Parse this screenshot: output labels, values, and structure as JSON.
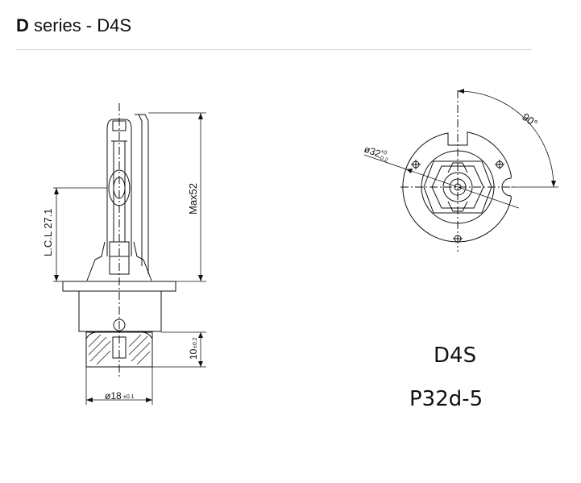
{
  "header": {
    "series": "D",
    "title": " series - D4S"
  },
  "drawing": {
    "lcl_label": "L.C.L 27.1",
    "max_label": "Max52",
    "height_label": "10",
    "height_tol": "±0.2",
    "diameter_label": "ø18",
    "diameter_tol": "±0.1",
    "angle_label": "90°",
    "ring_diameter_label": "ø32",
    "ring_tol_upper": "+0",
    "ring_tol_lower": "-0.2"
  },
  "model": {
    "name": "D4S",
    "base": "P32d-5"
  }
}
